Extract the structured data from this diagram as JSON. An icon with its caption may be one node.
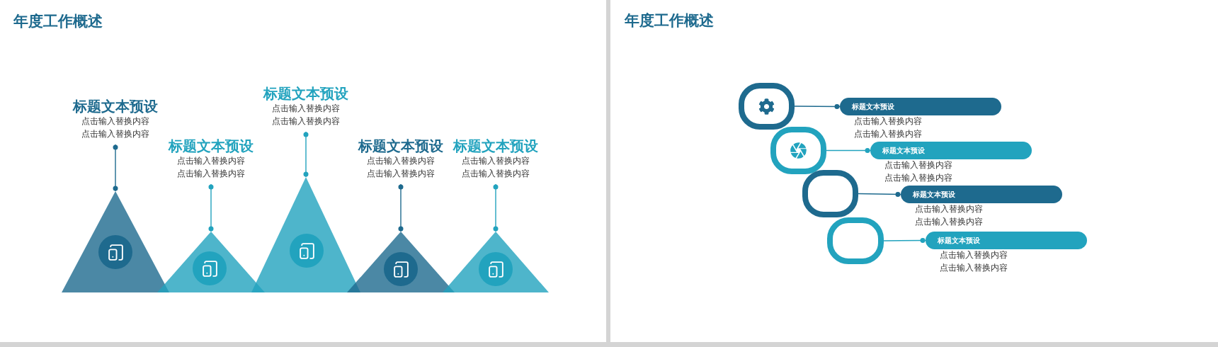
{
  "diagram": {
    "title": "年度工作概述",
    "nodes": [
      {
        "text": [
          "标题文本预设",
          "点击输入替换内容",
          "点击输入替换内容"
        ]
      },
      {
        "text": [],
        "shape": "triangle"
      },
      {
        "text": [
          "标题文本预设",
          "点击输入替换内容",
          "点击输入替换内容"
        ]
      },
      {
        "text": [],
        "shape": "triangle"
      },
      {
        "text": [
          "标题文本预设",
          "点击输入替换内容",
          "点击输入替换内容"
        ]
      },
      {
        "text": [],
        "shape": "triangle"
      },
      {
        "text": [
          "标题文本预设",
          "点击输入替换内容",
          "点击输入替换内容"
        ]
      },
      {
        "text": [],
        "shape": "triangle"
      },
      {
        "text": [
          "标题文本预设",
          "点击输入替换内容",
          "点击输入替换内容"
        ]
      },
      {
        "text": [],
        "shape": "triangle"
      },
      {
        "text": [],
        "shape": "box"
      },
      {
        "text": [
          "标题文本预设"
        ],
        "beside": [
          "点击输入替换内容",
          "点击输入替换内容"
        ]
      },
      {
        "text": [],
        "shape": "box"
      },
      {
        "text": [
          "标题文本预设"
        ],
        "beside": [
          "点击输入替换内容",
          "点击输入替换内容"
        ]
      },
      {
        "text": [],
        "shape": "box"
      },
      {
        "text": [
          "标题文本预设"
        ],
        "beside": [
          "点击输入替换内容",
          "点击输入替换内容"
        ]
      },
      {
        "text": [],
        "shape": "box"
      },
      {
        "text": [
          "标题文本预设"
        ],
        "beside": [
          "点击输入替换内容",
          "点击输入替换内容"
        ]
      }
    ],
    "edges": [
      {
        "from": 0,
        "to": 1,
        "arrow": "other",
        "color": "#1e6a8e"
      },
      {
        "from": 2,
        "to": 3,
        "arrow": "other"
      },
      {
        "from": 4,
        "to": 5,
        "arrow": "other"
      },
      {
        "from": 6,
        "to": 7,
        "arrow": "other",
        "color": "#1e6a8e"
      },
      {
        "from": 8,
        "to": 9,
        "arrow": "other"
      },
      {
        "from": 10,
        "to": 11,
        "arrow": "other",
        "color": "#1e6a8e"
      },
      {
        "from": 12,
        "to": 13,
        "arrow": "other"
      },
      {
        "from": 14,
        "to": 15,
        "arrow": "other",
        "color": "#1e6a8e"
      },
      {
        "from": 16,
        "to": 17,
        "arrow": "other"
      }
    ],
    "labels": [
      "年度工作概述"
    ]
  }
}
